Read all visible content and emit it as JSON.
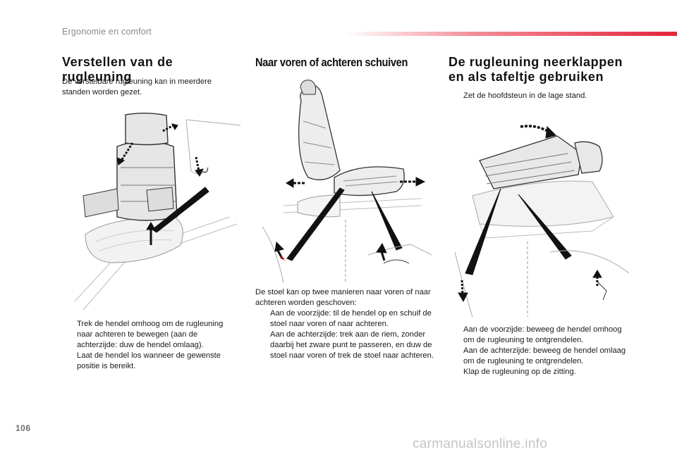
{
  "header": {
    "section_label": "Ergonomie en comfort"
  },
  "col1": {
    "title": "Verstellen van de rugleuning",
    "intro": "De verstelbare rugleuning kan in meerdere standen worden gezet.",
    "steps": [
      "Trek de hendel omhoog om de rugleuning naar achteren te bewegen (aan de achterzijde: duw de hendel omlaag).",
      "Laat de hendel los wanneer de gewenste positie is bereikt."
    ]
  },
  "col2": {
    "title": "Naar voren of achteren schuiven",
    "intro": "De stoel kan op twee manieren naar voren of naar achteren worden geschoven:",
    "steps": [
      "Aan de voorzijde: til de hendel op en schuif de stoel naar voren of naar achteren.",
      "Aan de achterzijde: trek aan de riem, zonder daarbij het zware punt te passeren, en duw de stoel naar voren of trek de stoel naar achteren."
    ]
  },
  "col3": {
    "title_line1": "De rugleuning neerklappen",
    "title_line2": "en als tafeltje gebruiken",
    "intro_step": "Zet de hoofdsteun in de lage stand.",
    "steps": [
      "Aan de voorzijde: beweeg de hendel omhoog om de rugleuning te ontgrendelen.",
      "Aan de achterzijde: beweeg de hendel omlaag om de rugleuning te ontgrendelen.",
      "Klap de rugleuning op de zitting."
    ]
  },
  "bullet_glyph": "",
  "footer": {
    "page_number": "106",
    "watermark": "carmanualsonline.info"
  },
  "colors": {
    "accent": "#e3243b",
    "text": "#1a1a1a",
    "muted": "#8a8a8a"
  }
}
